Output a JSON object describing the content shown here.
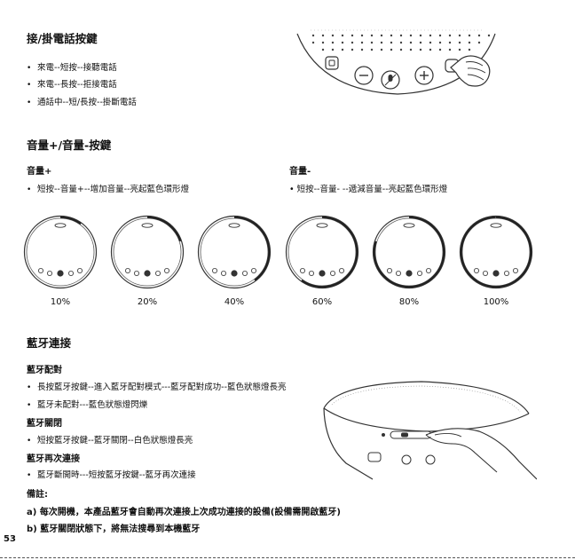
{
  "answer_section": {
    "title": "接/掛電話按鍵",
    "items": [
      "來電--短按--接聽電話",
      "來電--長按--拒接電話",
      "通話中--短/長按--掛斷電話"
    ]
  },
  "volume_section": {
    "title": "音量+/音量-按鍵",
    "plus": {
      "title": "音量+",
      "item": "短按--音量+--增加音量--亮起藍色環形燈"
    },
    "minus": {
      "title": "音量-",
      "item": "• 短按--音量- --遞減音量--亮起藍色環形燈"
    },
    "levels": [
      "10%",
      "20%",
      "40%",
      "60%",
      "80%",
      "100%"
    ],
    "level_values": [
      0.1,
      0.2,
      0.4,
      0.6,
      0.8,
      1.0
    ]
  },
  "bluetooth_section": {
    "title": "藍牙連接",
    "pairing": {
      "title": "藍牙配對",
      "items": [
        "長按藍牙按鍵--進入藍牙配對模式---藍牙配對成功--藍色狀態燈長亮",
        "藍牙未配對---藍色狀態燈閃爍"
      ]
    },
    "off": {
      "title": "藍牙關閉",
      "items": [
        "短按藍牙按鍵--藍牙關閉--白色狀態燈長亮"
      ]
    },
    "reconnect": {
      "title": "藍牙再次連接",
      "items": [
        "藍牙斷開時---短按藍牙按鍵--藍牙再次連接"
      ]
    }
  },
  "notes": {
    "title": "備註:",
    "items": [
      "a) 每次開機，本產品藍牙會自動再次連接上次成功連接的設備(設備需開啟藍牙)",
      "b) 藍牙關閉狀態下，將無法搜尋到本機藍牙"
    ]
  },
  "page_number": "53",
  "colors": {
    "text": "#111111",
    "line": "#444444"
  }
}
